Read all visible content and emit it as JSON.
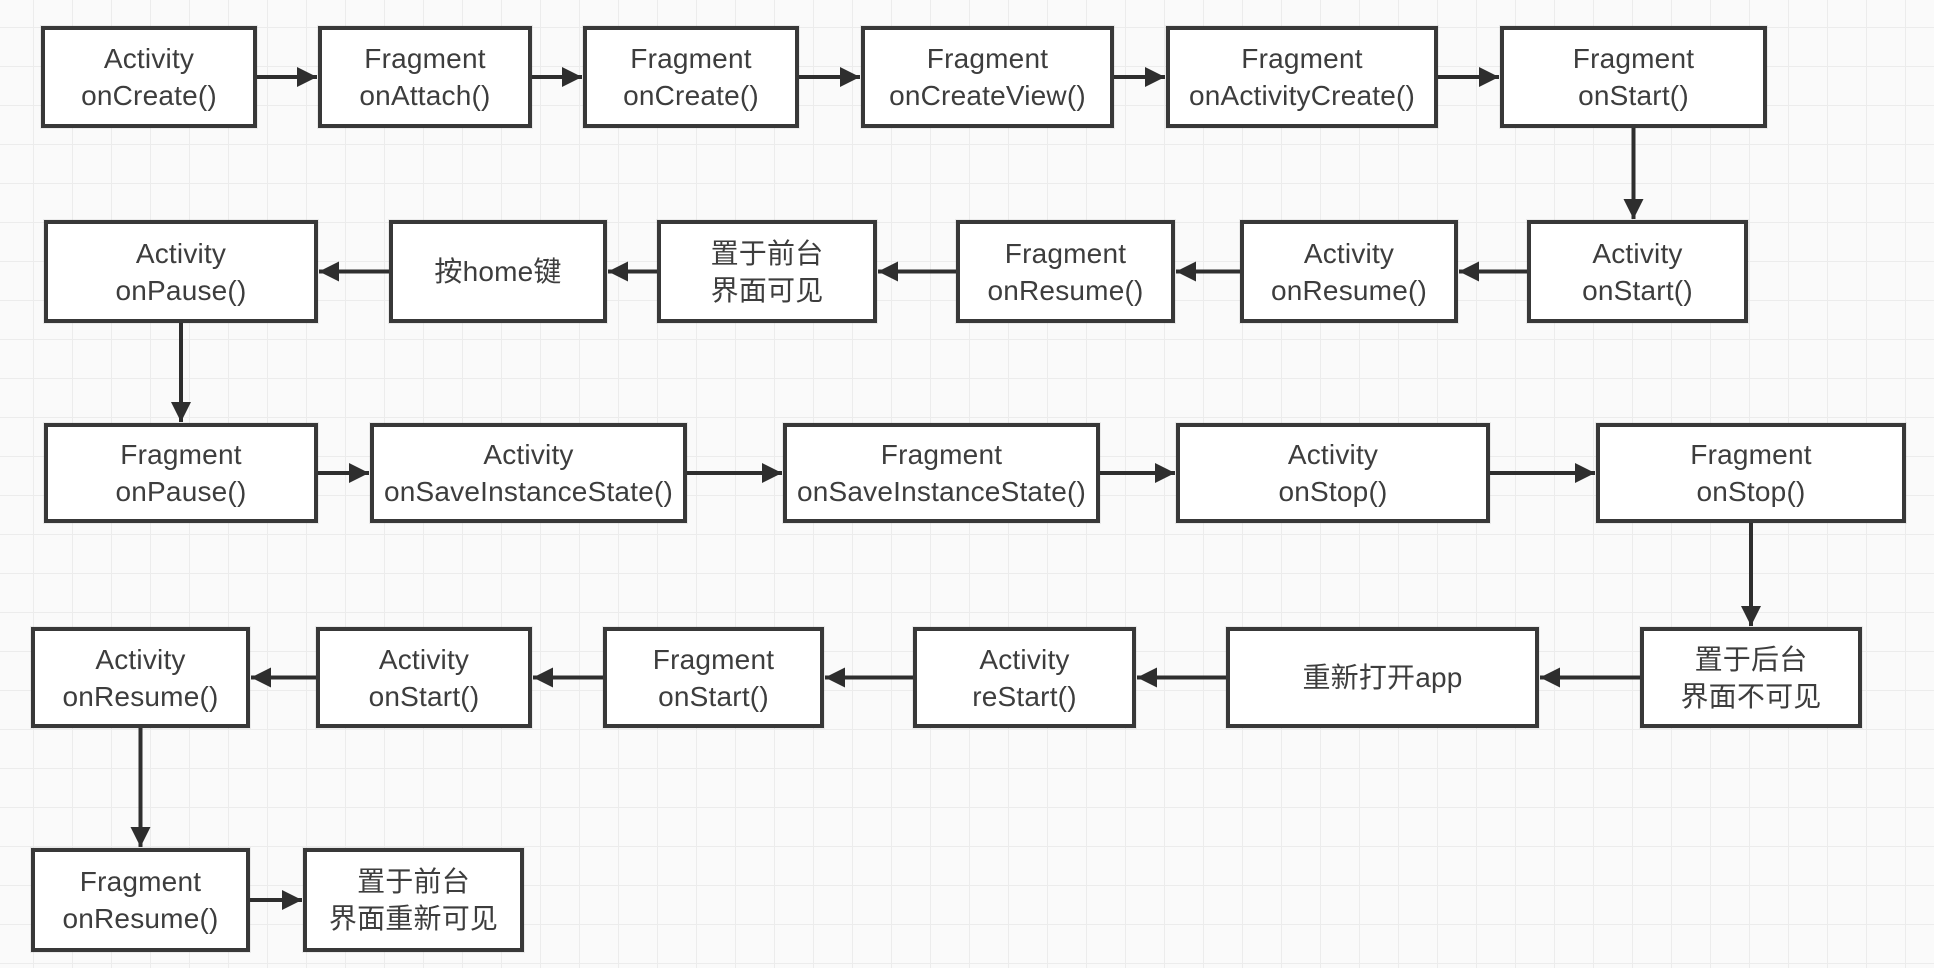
{
  "diagram": {
    "title": "Activity / Fragment lifecycle flowchart",
    "colors": {
      "node_border": "#383838",
      "node_fill": "#ffffff",
      "text": "#3d3d3d",
      "arrow": "#2e2e2e",
      "background": "#fafafa",
      "grid_line": "#ececec"
    },
    "nodes": [
      {
        "id": "a_oncreate",
        "lines": [
          "Activity",
          "onCreate()"
        ]
      },
      {
        "id": "f_onattach",
        "lines": [
          "Fragment",
          "onAttach()"
        ]
      },
      {
        "id": "f_oncreate",
        "lines": [
          "Fragment",
          "onCreate()"
        ]
      },
      {
        "id": "f_oncreateview",
        "lines": [
          "Fragment",
          "onCreateView()"
        ]
      },
      {
        "id": "f_onactivitycreate",
        "lines": [
          "Fragment",
          "onActivityCreate()"
        ]
      },
      {
        "id": "f_onstart1",
        "lines": [
          "Fragment",
          "onStart()"
        ]
      },
      {
        "id": "a_onpause",
        "lines": [
          "Activity",
          "onPause()"
        ]
      },
      {
        "id": "home_key",
        "lines": [
          "按home键"
        ]
      },
      {
        "id": "fg_visible",
        "lines": [
          "置于前台",
          "界面可见"
        ]
      },
      {
        "id": "f_onresume1",
        "lines": [
          "Fragment",
          "onResume()"
        ]
      },
      {
        "id": "a_onresume1",
        "lines": [
          "Activity",
          "onResume()"
        ]
      },
      {
        "id": "a_onstart1",
        "lines": [
          "Activity",
          "onStart()"
        ]
      },
      {
        "id": "f_onpause",
        "lines": [
          "Fragment",
          "onPause()"
        ]
      },
      {
        "id": "a_onsave",
        "lines": [
          "Activity",
          "onSaveInstanceState()"
        ]
      },
      {
        "id": "f_onsave",
        "lines": [
          "Fragment",
          "onSaveInstanceState()"
        ]
      },
      {
        "id": "a_onstop",
        "lines": [
          "Activity",
          "onStop()"
        ]
      },
      {
        "id": "f_onstop",
        "lines": [
          "Fragment",
          "onStop()"
        ]
      },
      {
        "id": "a_onresume2",
        "lines": [
          "Activity",
          "onResume()"
        ]
      },
      {
        "id": "a_onstart2",
        "lines": [
          "Activity",
          "onStart()"
        ]
      },
      {
        "id": "f_onstart2",
        "lines": [
          "Fragment",
          "onStart()"
        ]
      },
      {
        "id": "a_restart",
        "lines": [
          "Activity",
          "reStart()"
        ]
      },
      {
        "id": "reopen_app",
        "lines": [
          "重新打开app"
        ]
      },
      {
        "id": "bg_invisible",
        "lines": [
          "置于后台",
          "界面不可见"
        ]
      },
      {
        "id": "f_onresume2",
        "lines": [
          "Fragment",
          "onResume()"
        ]
      },
      {
        "id": "fg_revisible",
        "lines": [
          "置于前台",
          "界面重新可见"
        ]
      }
    ],
    "edges": [
      {
        "from": "a_oncreate",
        "to": "f_onattach",
        "direction": "right"
      },
      {
        "from": "f_onattach",
        "to": "f_oncreate",
        "direction": "right"
      },
      {
        "from": "f_oncreate",
        "to": "f_oncreateview",
        "direction": "right"
      },
      {
        "from": "f_oncreateview",
        "to": "f_onactivitycreate",
        "direction": "right"
      },
      {
        "from": "f_onactivitycreate",
        "to": "f_onstart1",
        "direction": "right"
      },
      {
        "from": "f_onstart1",
        "to": "a_onstart1",
        "direction": "down"
      },
      {
        "from": "a_onstart1",
        "to": "a_onresume1",
        "direction": "left"
      },
      {
        "from": "a_onresume1",
        "to": "f_onresume1",
        "direction": "left"
      },
      {
        "from": "f_onresume1",
        "to": "fg_visible",
        "direction": "left"
      },
      {
        "from": "fg_visible",
        "to": "home_key",
        "direction": "left"
      },
      {
        "from": "home_key",
        "to": "a_onpause",
        "direction": "left"
      },
      {
        "from": "a_onpause",
        "to": "f_onpause",
        "direction": "down"
      },
      {
        "from": "f_onpause",
        "to": "a_onsave",
        "direction": "right"
      },
      {
        "from": "a_onsave",
        "to": "f_onsave",
        "direction": "right"
      },
      {
        "from": "f_onsave",
        "to": "a_onstop",
        "direction": "right"
      },
      {
        "from": "a_onstop",
        "to": "f_onstop",
        "direction": "right"
      },
      {
        "from": "f_onstop",
        "to": "bg_invisible",
        "direction": "down"
      },
      {
        "from": "bg_invisible",
        "to": "reopen_app",
        "direction": "left"
      },
      {
        "from": "reopen_app",
        "to": "a_restart",
        "direction": "left"
      },
      {
        "from": "a_restart",
        "to": "f_onstart2",
        "direction": "left"
      },
      {
        "from": "f_onstart2",
        "to": "a_onstart2",
        "direction": "left"
      },
      {
        "from": "a_onstart2",
        "to": "a_onresume2",
        "direction": "left"
      },
      {
        "from": "a_onresume2",
        "to": "f_onresume2",
        "direction": "down"
      },
      {
        "from": "f_onresume2",
        "to": "fg_revisible",
        "direction": "right"
      }
    ]
  }
}
